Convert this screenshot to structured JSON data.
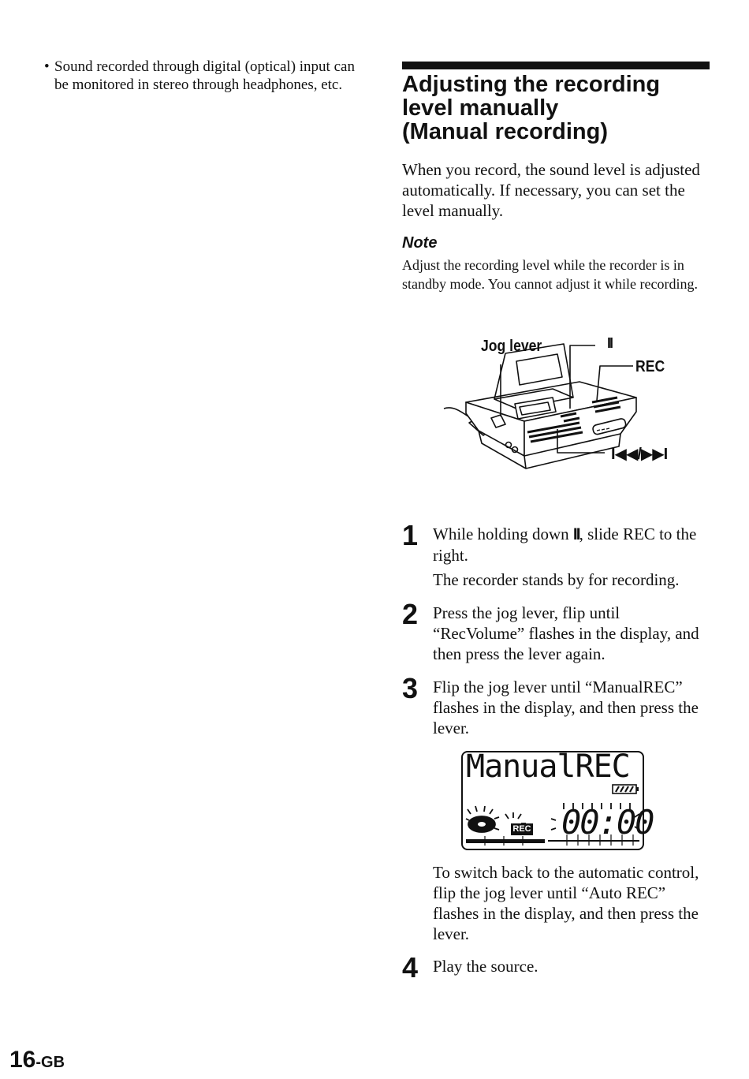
{
  "left_column": {
    "bullet": "•",
    "bullet_text": "Sound recorded through digital (optical) input can be monitored in stereo through headphones, etc."
  },
  "section": {
    "title_line1": "Adjusting the recording",
    "title_line2": "level manually",
    "title_line3": "(Manual recording)",
    "intro": "When you record, the sound level is adjusted automatically. If necessary, you can set the level manually."
  },
  "note": {
    "title": "Note",
    "text": "Adjust the recording level while the recorder is in standby mode. You cannot adjust it while recording."
  },
  "figure": {
    "label_jog": "Jog lever",
    "label_pause": "II",
    "label_rec": "REC",
    "label_skip": "I◀◀/▶▶I"
  },
  "steps": [
    {
      "number": "1",
      "text_before": "While holding down ",
      "pause_icon": "II",
      "text_after": ", slide REC to the right.",
      "sub": "The recorder stands by for recording."
    },
    {
      "number": "2",
      "text": "Press the jog lever, flip until “RecVolume” flashes in the display, and then press the lever again."
    },
    {
      "number": "3",
      "text": "Flip the jog lever until “ManualREC” flashes in the display, and then press the lever."
    },
    {
      "number": "4",
      "text": "Play the source."
    }
  ],
  "display": {
    "text": "ManualREC",
    "rec_badge": "REC",
    "time": "00:00"
  },
  "post_step3": "To switch back to the automatic control, flip the jog lever until “Auto REC” flashes in the display, and then press the lever.",
  "folio": {
    "page": "16",
    "suffix": "-GB"
  }
}
